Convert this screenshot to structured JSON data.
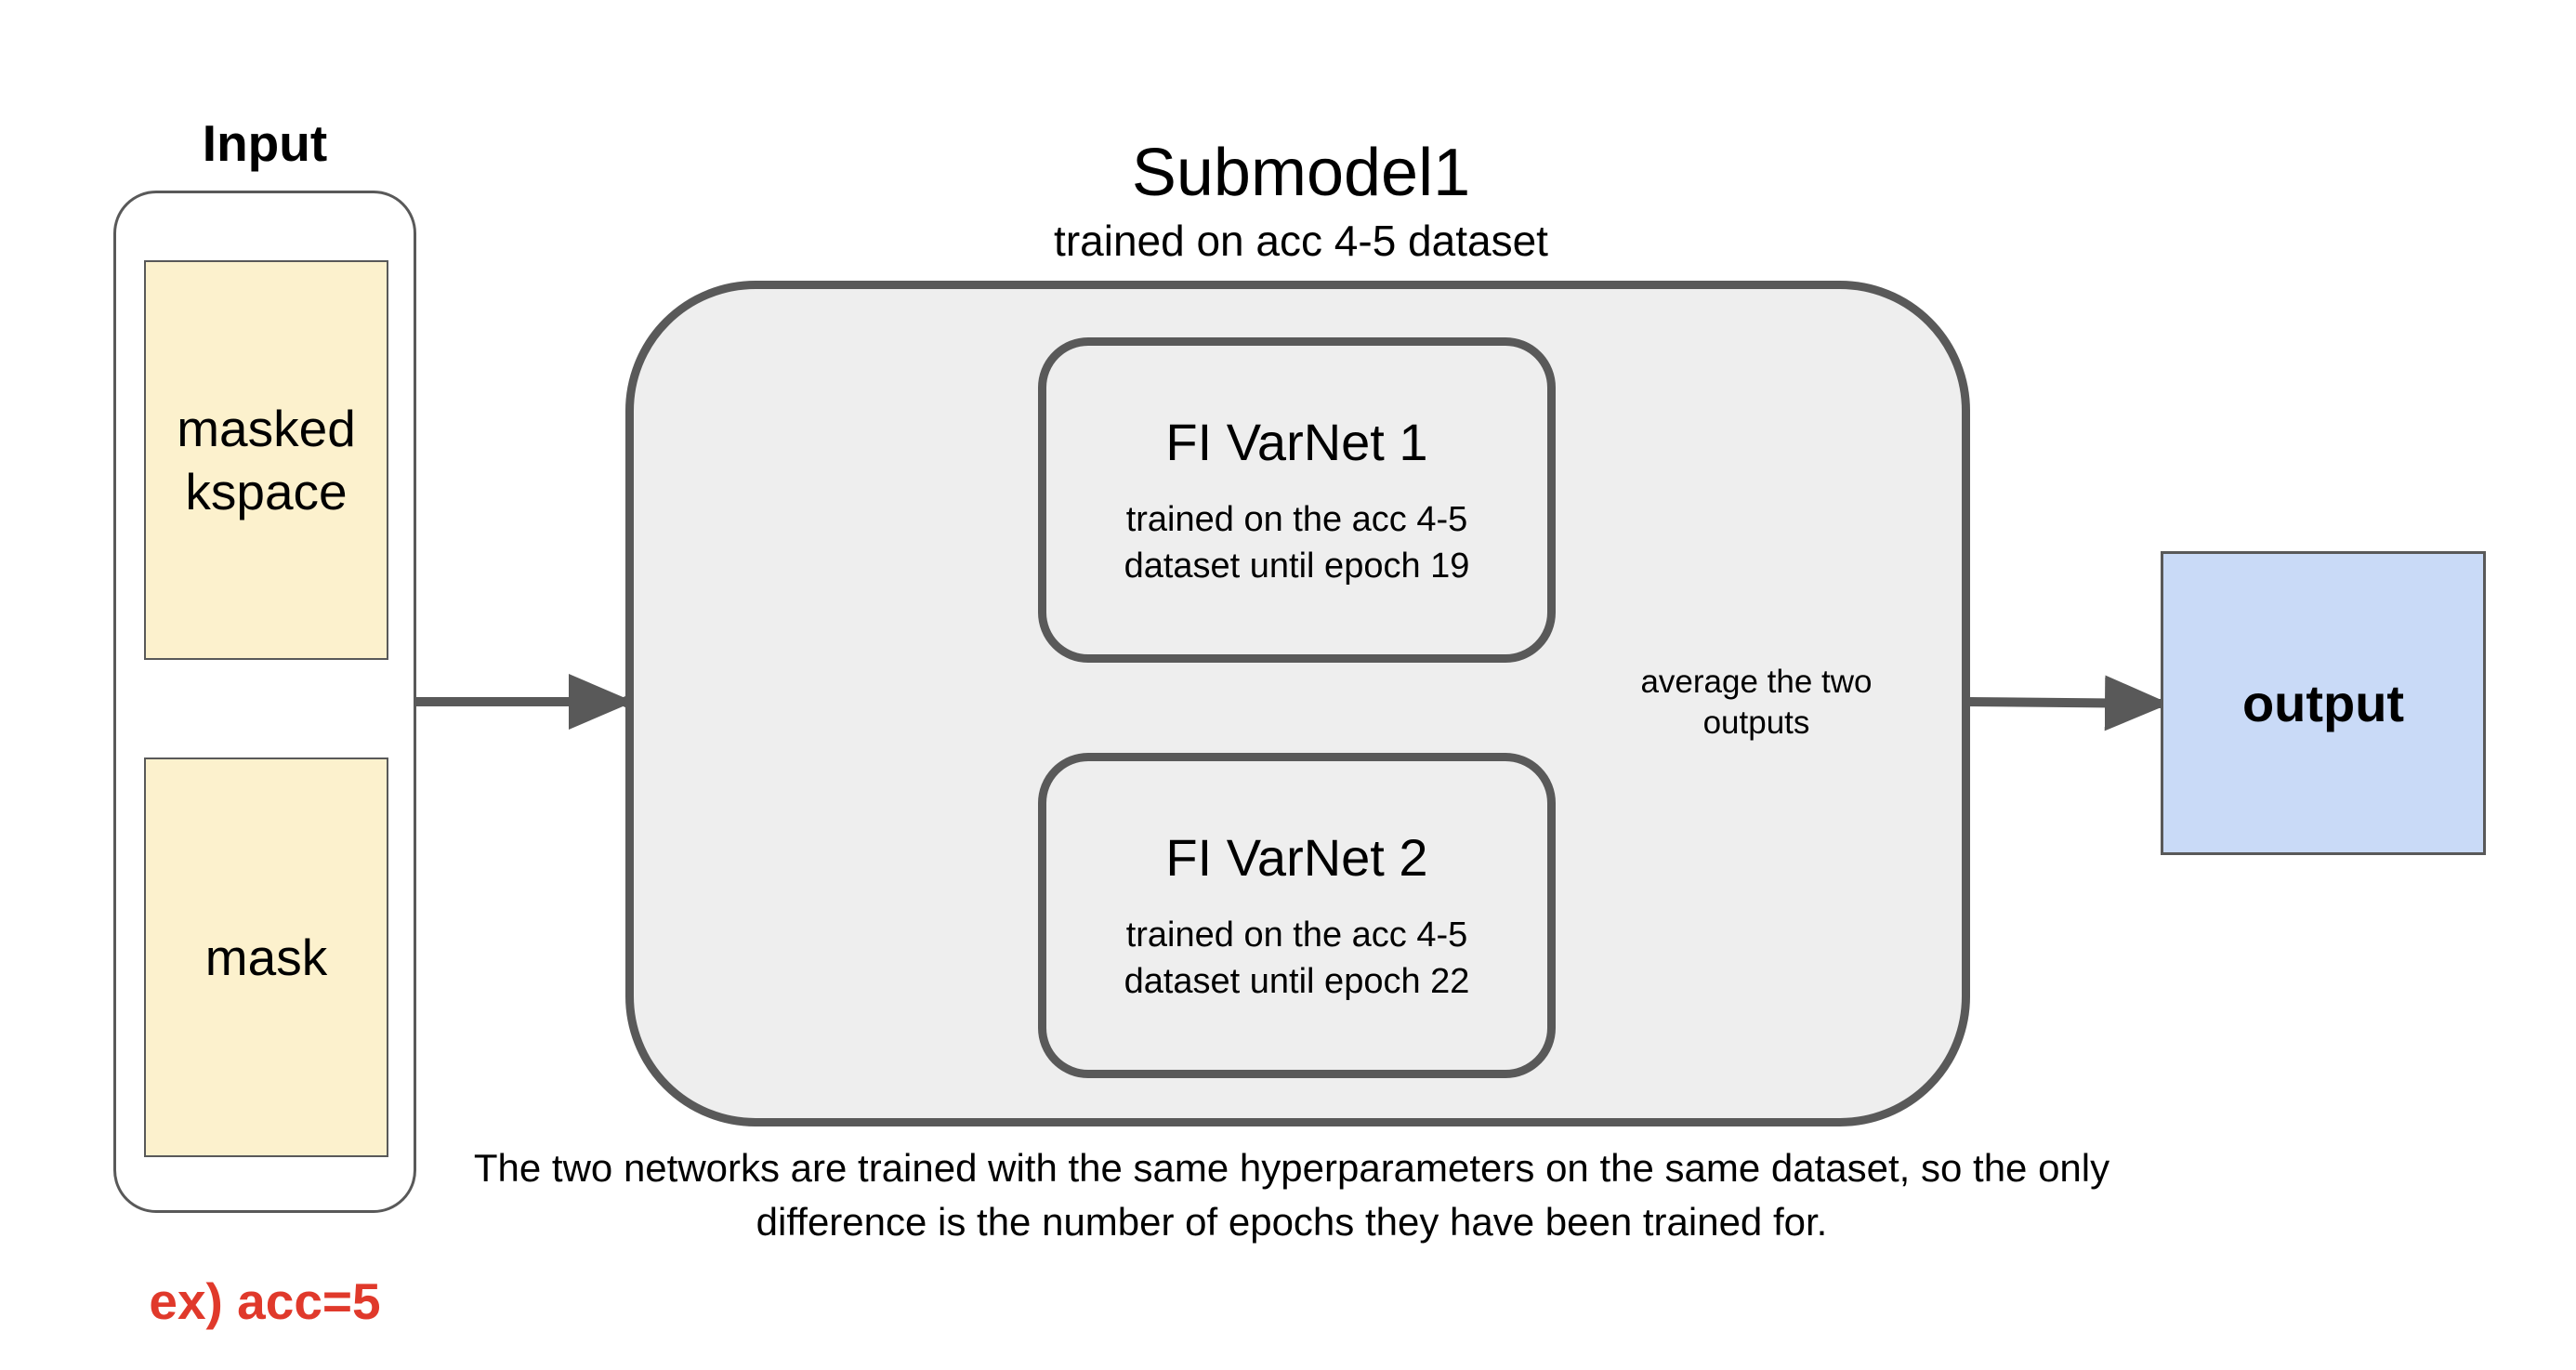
{
  "input": {
    "title": "Input",
    "items": [
      {
        "label_line1": "masked",
        "label_line2": "kspace"
      },
      {
        "label": "mask"
      }
    ],
    "example": "ex) acc=5"
  },
  "submodel": {
    "title": "Submodel1",
    "subtitle": "trained on acc 4-5 dataset",
    "networks": [
      {
        "name": "FI VarNet 1",
        "desc_line1": "trained on the acc 4-5",
        "desc_line2": "dataset until epoch 19"
      },
      {
        "name": "FI VarNet 2",
        "desc_line1": "trained on the acc 4-5",
        "desc_line2": "dataset until epoch 22"
      }
    ],
    "merge_label_line1": "average the two",
    "merge_label_line2": "outputs",
    "note_line1": "The two networks are trained with the same hyperparameters on the same dataset, so the only",
    "note_line2": "difference is the number of epochs they have been trained for."
  },
  "output": {
    "label": "output"
  },
  "colors": {
    "input_item_fill": "#fcf1cd",
    "output_fill": "#c9daf7",
    "submodel_fill": "#eeeeee",
    "stroke": "#595959",
    "example_text": "#e0392b"
  }
}
